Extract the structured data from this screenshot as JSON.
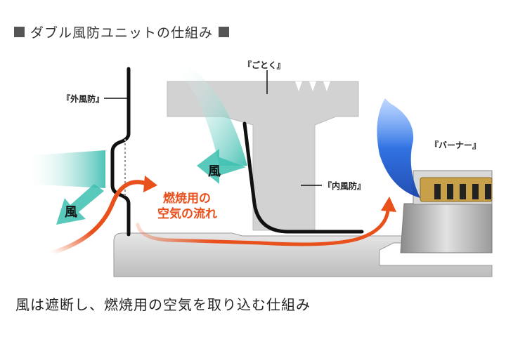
{
  "heading": "ダブル風防ユニットの仕組み",
  "labels": {
    "outer_windshield": "『外風防』",
    "trivet": "『ごとく』",
    "burner": "『バーナー』",
    "inner_windshield": "『内風防』"
  },
  "wind_label": "風",
  "airflow_lines": [
    "燃焼用の",
    "空気の流れ"
  ],
  "caption": "風は遮断し、燃焼用の空気を取り込む仕組み",
  "colors": {
    "wind": "#3cbfb0",
    "airflow": "#e8501c",
    "flame": "#1e6fe0",
    "metal": "#d4d4d4",
    "brass": "#c9a04a"
  }
}
